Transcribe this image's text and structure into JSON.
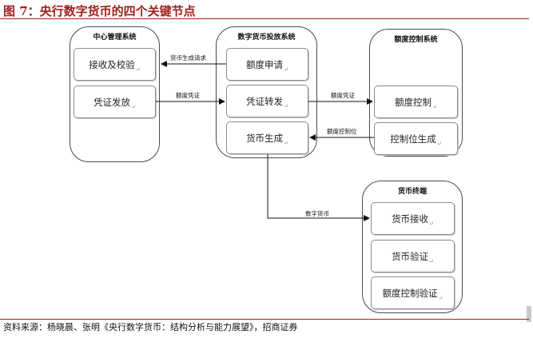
{
  "figure": {
    "title": "图 7：央行数字货币的四个关键节点",
    "source": "资料来源：杨晓晨、张明《央行数字货币：结构分析与能力展望》，招商证券"
  },
  "systems": {
    "center": {
      "title": "中心管理系统",
      "boxes": [
        "接收及校验",
        "凭证发放"
      ]
    },
    "issuing": {
      "title": "数字货币投放系统",
      "boxes": [
        "额度申请",
        "凭证转发",
        "货币生成"
      ]
    },
    "quota": {
      "title": "额度控制系统",
      "boxes": [
        "额度控制",
        "控制位生成"
      ]
    },
    "terminal": {
      "title": "货币终端",
      "boxes": [
        "货币接收",
        "货币验证",
        "额度控制验证"
      ]
    }
  },
  "arrows": {
    "currency_request": "货币生成请求",
    "quota_credential_1": "额度凭证",
    "quota_credential_2": "额度凭证",
    "quota_control_bit": "额度控制位",
    "digital_currency": "数字货币"
  }
}
